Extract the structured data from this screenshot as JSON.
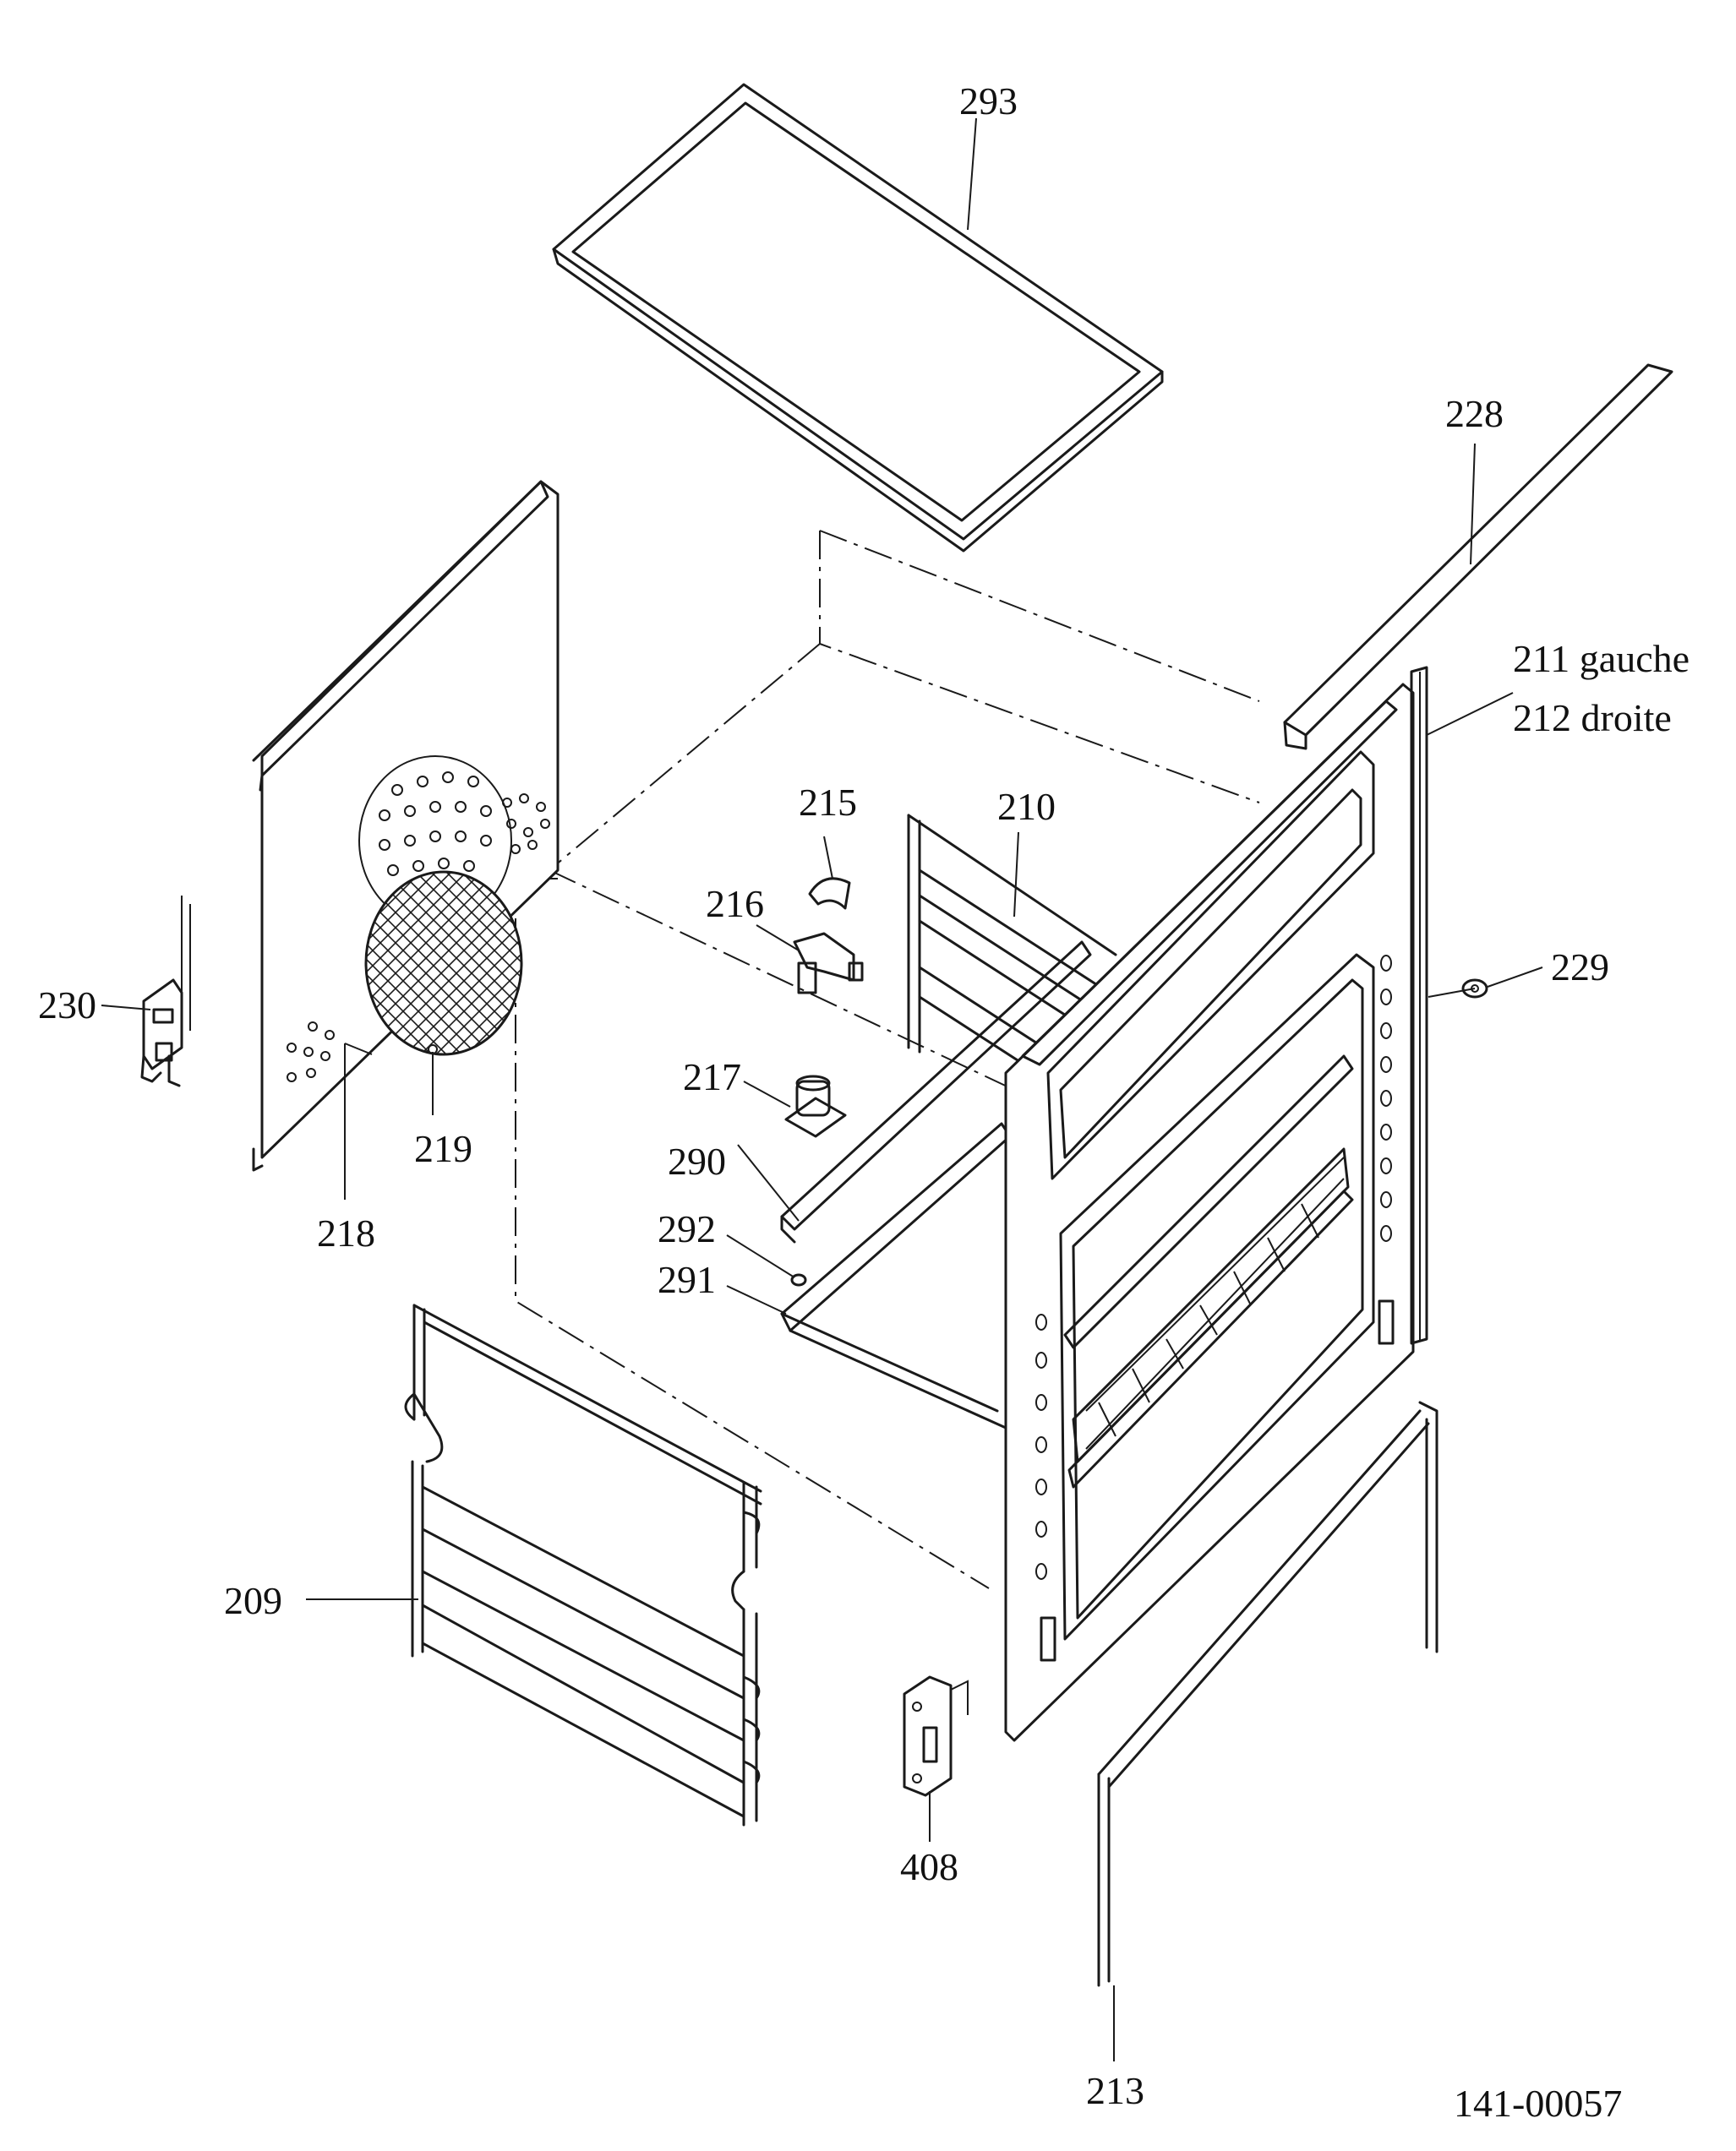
{
  "diagram": {
    "document_code": "141-00057",
    "parts": [
      {
        "id": "p293",
        "label": "293"
      },
      {
        "id": "p228",
        "label": "228"
      },
      {
        "id": "p211",
        "label": "211 gauche"
      },
      {
        "id": "p212",
        "label": "212 droite"
      },
      {
        "id": "p215",
        "label": "215"
      },
      {
        "id": "p210",
        "label": "210"
      },
      {
        "id": "p216",
        "label": "216"
      },
      {
        "id": "p229",
        "label": "229"
      },
      {
        "id": "p230",
        "label": "230"
      },
      {
        "id": "p217",
        "label": "217"
      },
      {
        "id": "p219",
        "label": "219"
      },
      {
        "id": "p290",
        "label": "290"
      },
      {
        "id": "p218",
        "label": "218"
      },
      {
        "id": "p292",
        "label": "292"
      },
      {
        "id": "p291",
        "label": "291"
      },
      {
        "id": "p209",
        "label": "209"
      },
      {
        "id": "p408",
        "label": "408"
      },
      {
        "id": "p213",
        "label": "213"
      }
    ]
  },
  "colors": {
    "ink": "#1a1a1a",
    "paper": "#ffffff"
  }
}
